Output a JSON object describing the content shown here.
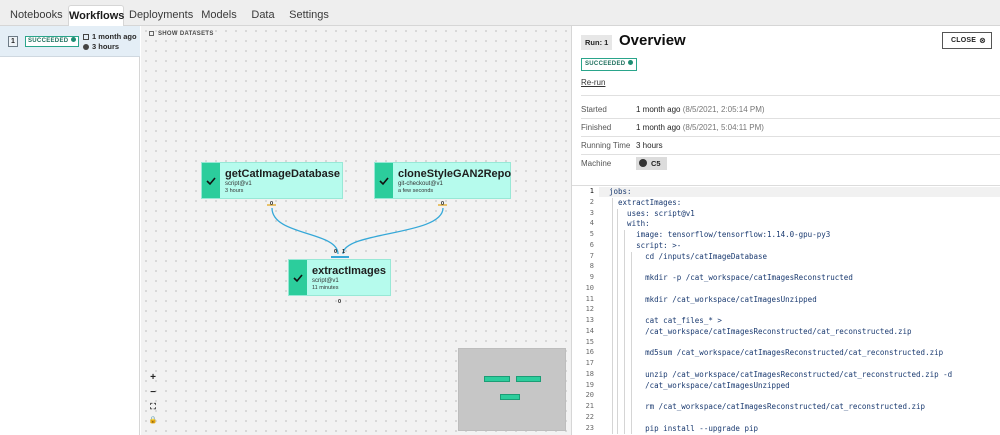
{
  "tabs": [
    {
      "label": "Notebooks",
      "active": false
    },
    {
      "label": "Workflows",
      "active": true
    },
    {
      "label": "Deployments",
      "active": false
    },
    {
      "label": "Models",
      "active": false
    },
    {
      "label": "Data",
      "active": false
    },
    {
      "label": "Settings",
      "active": false
    }
  ],
  "runs": [
    {
      "number": "1",
      "status": "SUCCEEDED",
      "started": "1 month ago",
      "duration": "3 hours"
    }
  ],
  "canvas": {
    "show_datasets_label": "SHOW DATASETS",
    "nodes": [
      {
        "title": "getCatImageDatabase",
        "subtitle": "script@v1",
        "detail": "3 hours",
        "out_port": "0"
      },
      {
        "title": "cloneStyleGAN2Repo",
        "subtitle": "git-checkout@v1",
        "detail": "a few seconds",
        "out_port": "0"
      },
      {
        "title": "extractImages",
        "subtitle": "script@v1",
        "detail": "11 minutes",
        "in_port_a": "0",
        "in_port_b": "1",
        "out_port": "0"
      }
    ],
    "controls": {
      "zoom_in": "+",
      "zoom_out": "−",
      "fit": "⛶",
      "lock": "🔒"
    }
  },
  "panel": {
    "run_label": "Run: 1",
    "title": "Overview",
    "close_label": "CLOSE",
    "status": "SUCCEEDED",
    "rerun_label": "Re-run",
    "properties": {
      "started_label": "Started",
      "started_value": "1 month ago",
      "started_detail": "(8/5/2021, 2:05:14 PM)",
      "finished_label": "Finished",
      "finished_value": "1 month ago",
      "finished_detail": "(8/5/2021, 5:04:11 PM)",
      "running_time_label": "Running Time",
      "running_time_value": "3 hours",
      "machine_label": "Machine",
      "machine_value": "C5"
    },
    "code_lines": [
      "jobs:",
      "  extractImages:",
      "    uses: script@v1",
      "    with:",
      "      image: tensorflow/tensorflow:1.14.0-gpu-py3",
      "      script: >-",
      "        cd /inputs/catImageDatabase",
      "",
      "        mkdir -p /cat_workspace/catImagesReconstructed",
      "",
      "        mkdir /cat_workspace/catImagesUnzipped",
      "",
      "        cat cat_files_* >",
      "        /cat_workspace/catImagesReconstructed/cat_reconstructed.zip",
      "",
      "        md5sum /cat_workspace/catImagesReconstructed/cat_reconstructed.zip",
      "",
      "        unzip /cat_workspace/catImagesReconstructed/cat_reconstructed.zip -d",
      "        /cat_workspace/catImagesUnzipped",
      "",
      "        rm /cat_workspace/catImagesReconstructed/cat_reconstructed.zip",
      "",
      "        pip install --upgrade pip"
    ],
    "line_numbers": [
      "1",
      "2",
      "3",
      "4",
      "5",
      "6",
      "7",
      "8",
      "9",
      "10",
      "11",
      "12",
      "13",
      "14",
      "15",
      "16",
      "17",
      "18",
      "19",
      "20",
      "21",
      "22",
      "23"
    ]
  },
  "colors": {
    "accent": "#2ccd9c",
    "node_fill": "#b6fbed",
    "selected_row": "#e4eef6",
    "code_text": "#1a3a70"
  }
}
